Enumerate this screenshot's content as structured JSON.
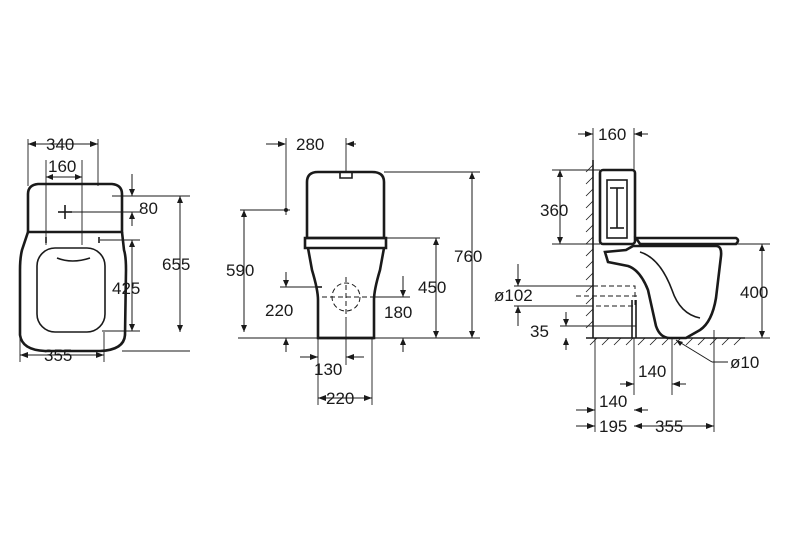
{
  "top_view": {
    "width_top": "340",
    "hole_spacing": "160",
    "cistern_depth": "80",
    "seat_offset": "425",
    "total_length": "655",
    "width_bottom": "355"
  },
  "front_view": {
    "top_width": "280",
    "cistern_height": "590",
    "total_height": "760",
    "pan_height": "450",
    "drain_height": "220",
    "drain_offset": "180",
    "base_offset": "130",
    "base_width": "220"
  },
  "side_view": {
    "wall_offset": "160",
    "cistern_height": "360",
    "pipe_diameter": "ø102",
    "seat_height": "400",
    "floor_gap": "35",
    "axis_offset_1": "140",
    "fixing_diameter": "ø10",
    "axis_offset_2": "140",
    "wall_to_axis": "195",
    "axis_to_front": "355"
  }
}
